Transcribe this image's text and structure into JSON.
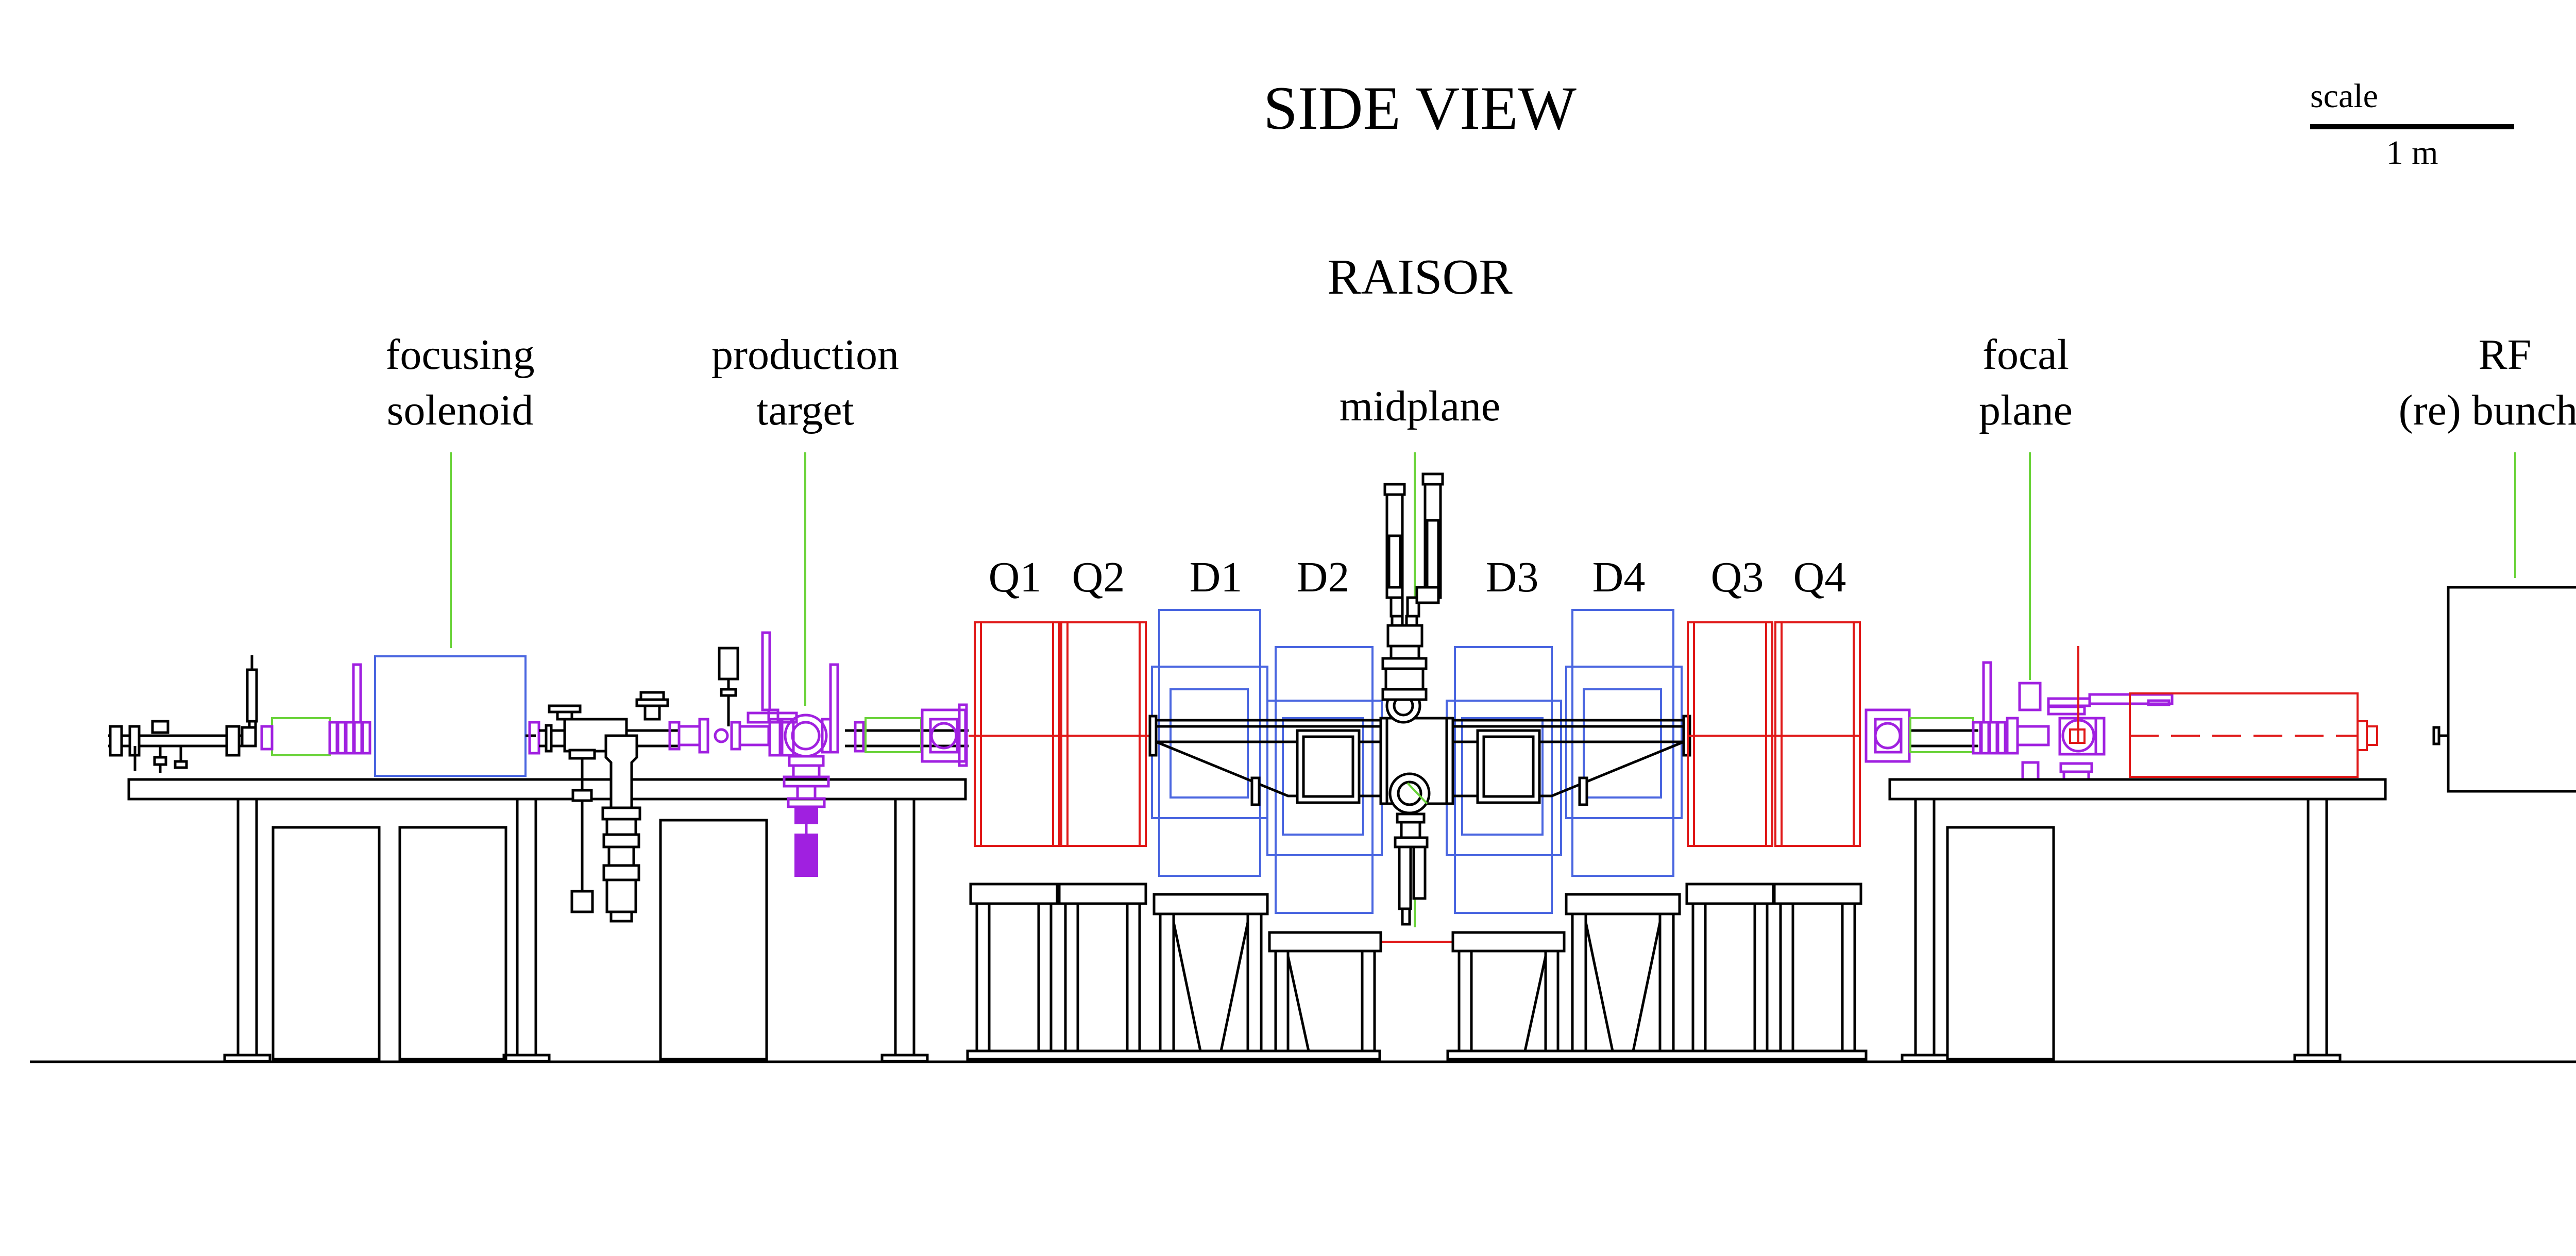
{
  "title": "SIDE VIEW",
  "subtitle": "RAISOR",
  "scale": {
    "label": "scale",
    "value": "1 m"
  },
  "callouts": {
    "focusing_solenoid": {
      "line1": "focusing",
      "line2": "solenoid"
    },
    "production_target": {
      "line1": "production",
      "line2": "target"
    },
    "midplane": {
      "line1": "midplane"
    },
    "focal_plane": {
      "line1": "focal",
      "line2": "plane"
    },
    "rf_buncher": {
      "line1": "RF",
      "line2": "(re) buncher"
    }
  },
  "magnets": {
    "q1": "Q1",
    "q2": "Q2",
    "d1": "D1",
    "d2": "D2",
    "d3": "D3",
    "d4": "D4",
    "q3": "Q3",
    "q4": "Q4"
  },
  "colors": {
    "quadrupole": "#e01818",
    "dipole": "#4a66e0",
    "beamline_components": "#a020e0",
    "callout_lines": "#6ad33a",
    "structure": "#000000"
  }
}
